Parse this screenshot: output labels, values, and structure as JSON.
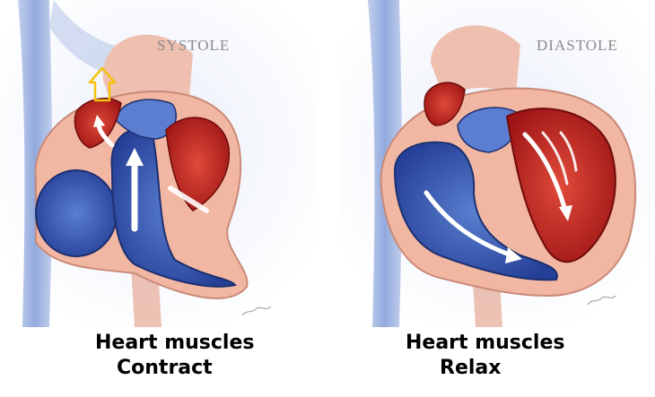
{
  "systole": {
    "label": "SYSTOLE",
    "caption_line1": "Heart muscles",
    "caption_line2": "Contract"
  },
  "diastole": {
    "label": "DIASTOLE",
    "caption_line1": "Heart muscles",
    "caption_line2": "Relax"
  },
  "colors": {
    "deoxygenated_blue": "#3d5fb8",
    "oxygenated_red": "#c32222",
    "muscle_pink": "#f2b7a2",
    "vessel_light_blue": "#c7d3ef",
    "ejection_arrow": "#f4c20d"
  }
}
